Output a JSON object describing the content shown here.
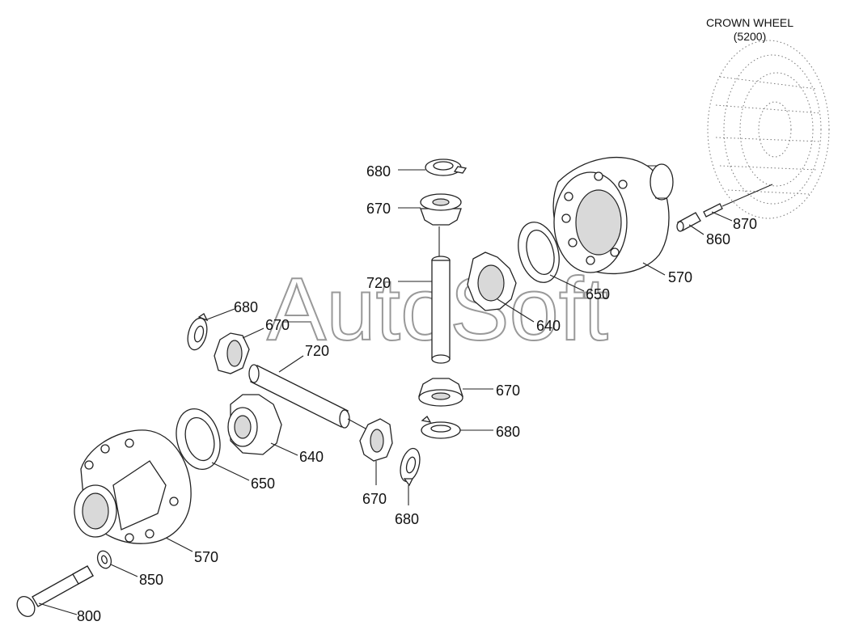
{
  "title": {
    "line1": "CROWN WHEEL",
    "line2": "(5200)"
  },
  "watermark": "AutoSoft",
  "labels": {
    "l870": "870",
    "l860": "860",
    "l570_top": "570",
    "l650_top": "650",
    "l640_top": "640",
    "l720_top": "720",
    "l680_top": "680",
    "l670_top": "670",
    "l670_bottom_center": "670",
    "l680_center": "680",
    "l680_left": "680",
    "l670_left": "670",
    "l720_left": "720",
    "l640_left": "640",
    "l650_left": "650",
    "l670_low": "670",
    "l680_low": "680",
    "l570_left": "570",
    "l850": "850",
    "l800": "800"
  }
}
